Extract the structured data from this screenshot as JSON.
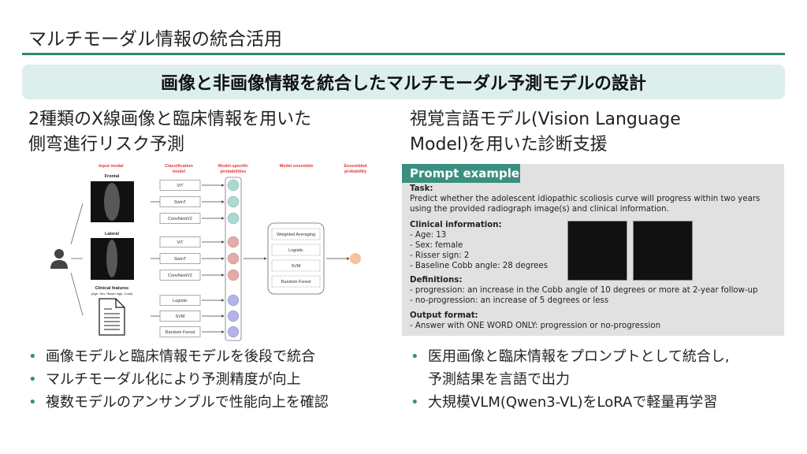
{
  "title": "マルチモーダル情報の統合活用",
  "banner": "画像と非画像情報を統合したマルチモーダル予測モデルの設計",
  "left": {
    "subtitle_line1": "2種類のX線画像と臨床情報を用いた",
    "subtitle_line2": "側弯進行リスク予測",
    "diagram": {
      "h_input": "Input modal",
      "h_class1": "Classification",
      "h_class2": "model",
      "h_prob1": "Model-specific",
      "h_prob2": "probabilities",
      "h_ens": "Model ensemble",
      "h_out1": "Ensembled",
      "h_out2": "probability",
      "frontal": "Frontal",
      "lateral": "Lateral",
      "clinical": "Clinical features",
      "clinical_sub": "(Age, Sex, Risser sign, Cobb)",
      "models": [
        "ViT",
        "SwinT",
        "ConvNextV2",
        "ViT",
        "SwinT",
        "ConvNextV2",
        "Logistic",
        "SVM",
        "Random Forest"
      ],
      "ensemble": [
        "Weighted Averaging",
        "Logistic",
        "SVM",
        "Random Forest"
      ],
      "colors": {
        "frontal": "#a8dbd3",
        "lateral": "#e8a9a9",
        "clinical": "#b3b3ec",
        "output": "#f6c29c",
        "header": "#e03a3a"
      }
    },
    "bullets": [
      "画像モデルと臨床情報モデルを後段で統合",
      "マルチモーダル化により予測精度が向上",
      "複数モデルのアンサンブルで性能向上を確認"
    ]
  },
  "right": {
    "subtitle_line1": "視覚言語モデル(Vision Language",
    "subtitle_line2": "Model)を用いた診断支援",
    "prompt": {
      "tab": "Prompt example",
      "task_h": "Task:",
      "task_1": "Predict whether the adolescent idiopathic scoliosis curve will progress within two years",
      "task_2": "using the provided radiograph image(s) and clinical information.",
      "clin_h": "Clinical information:",
      "clin": [
        "- Age: 13",
        "- Sex: female",
        "- Risser sign: 2",
        "- Baseline Cobb angle: 28 degrees"
      ],
      "def_h": "Definitions:",
      "defs": [
        "- progression: an increase in the Cobb angle of 10 degrees or more at 2-year follow-up",
        "- no-progression: an increase of 5 degrees or less"
      ],
      "out_h": "Output format:",
      "out": "- Answer with ONE WORD ONLY: progression or no-progression"
    },
    "bullets": [
      "医用画像と臨床情報をプロンプトとして統合し,",
      "予測結果を言語で出力",
      "大規模VLM(Qwen3-VL)をLoRAで軽量再学習"
    ]
  }
}
